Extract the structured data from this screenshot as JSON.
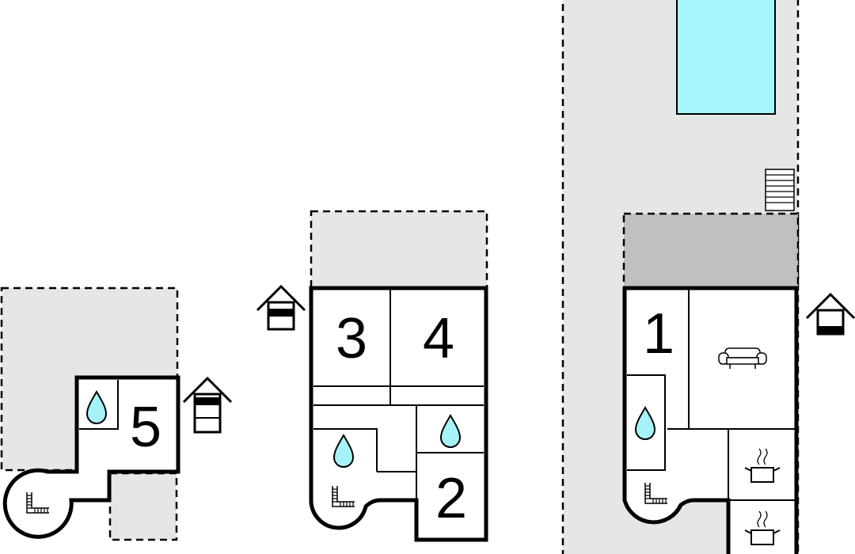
{
  "floorplan": {
    "rooms": [
      {
        "id": "room-1",
        "label": "1"
      },
      {
        "id": "room-2",
        "label": "2"
      },
      {
        "id": "room-3",
        "label": "3"
      },
      {
        "id": "room-4",
        "label": "4"
      },
      {
        "id": "room-5",
        "label": "5"
      }
    ],
    "icons": [
      "water-drop-icon",
      "staircase-icon",
      "sofa-icon",
      "cooking-pot-icon",
      "house-icon",
      "pool-icon"
    ],
    "colors": {
      "wall": "#000000",
      "outdoor_area": "#e6e6e6",
      "covered_terrace": "#c0c0c0",
      "pool": "#a6f7fb",
      "water_drop": "#a6f3f7"
    }
  }
}
